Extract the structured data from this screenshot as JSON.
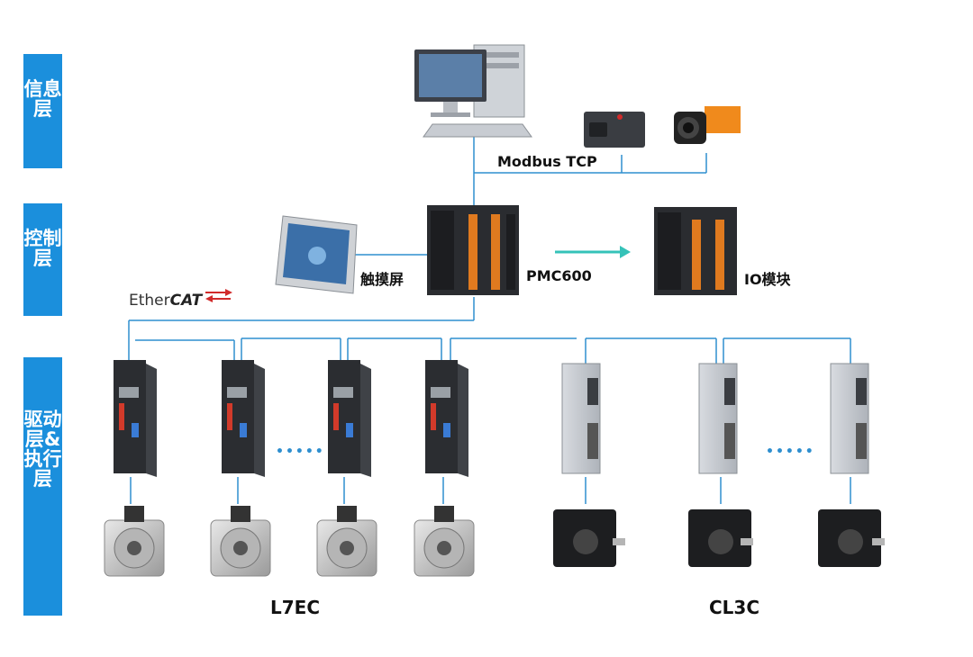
{
  "layers": {
    "info": "信息层",
    "control": "控制层",
    "drive": "驱动层&执行层"
  },
  "labels": {
    "modbus": "Modbus TCP",
    "touchscreen": "触摸屏",
    "pmc": "PMC600",
    "io": "IO模块",
    "ethercat_prefix": "Ether",
    "ethercat_suffix": "CAT",
    "l7ec": "L7EC",
    "cl3c": "CL3C",
    "ellipsis_left": "•••••",
    "ellipsis_right": "•••••"
  },
  "colors": {
    "layer_bar": "#1b8fdc",
    "connector": "#2f8fcf",
    "arrow": "#35c2b8",
    "ethercat_red": "#d12a2a"
  }
}
